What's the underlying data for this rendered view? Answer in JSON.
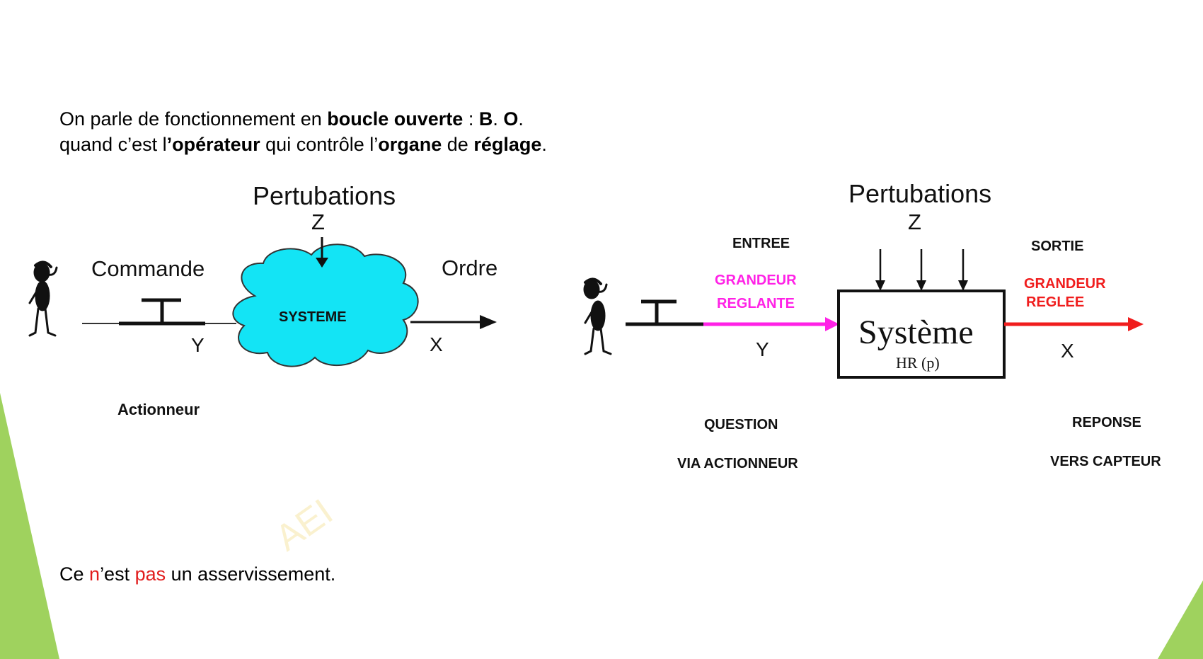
{
  "intro": {
    "line1": {
      "p1": "On parle de fonctionnement en ",
      "b1": "boucle ouverte",
      "p2": " : ",
      "b2": "B",
      "p3": ". ",
      "b3": "O",
      "p4": "."
    },
    "line2": {
      "p1": "quand c’est l",
      "b1": "’opérateur",
      "p2": " qui contrôle l’",
      "b2": "organe",
      "p3": " de ",
      "b3": "réglage",
      "p4": "."
    }
  },
  "left_diagram": {
    "disturbance_title": "Pertubations",
    "disturbance_var": "Z",
    "command_label": "Commande",
    "order_label": "Ordre",
    "system_label": "SYSTEME",
    "input_var": "Y",
    "output_var": "X",
    "actuator_label": "Actionneur"
  },
  "right_diagram": {
    "disturbance_title": "Pertubations",
    "disturbance_var": "Z",
    "input_title": "ENTREE",
    "input_quantity_1": "GRANDEUR",
    "input_quantity_2": "REGLANTE",
    "output_title": "SORTIE",
    "output_quantity_1": "GRANDEUR",
    "output_quantity_2": "REGLEE",
    "system_name": "Système",
    "system_transfer": "HR (p)",
    "input_var": "Y",
    "output_var": "X",
    "question_1": "QUESTION",
    "question_2": "VIA ACTIONNEUR",
    "answer_1": "REPONSE",
    "answer_2": "VERS CAPTEUR"
  },
  "footer": {
    "p1": "Ce ",
    "r1": "n",
    "p2": "’est ",
    "r2": "pas",
    "p3": " un asservissement."
  },
  "watermark": "AEI",
  "colors": {
    "accent_green": "#92d050",
    "setpoint_magenta": "#ff22e6",
    "output_red": "#f01d1d",
    "cloud_cyan": "#13e4f5"
  }
}
